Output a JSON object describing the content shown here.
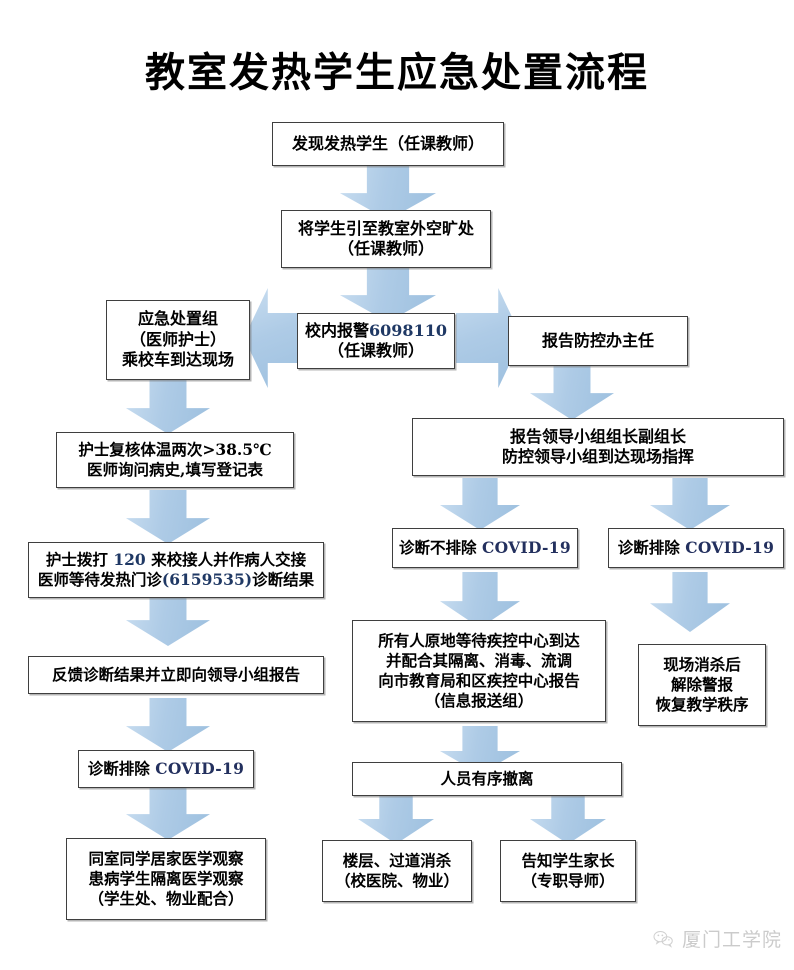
{
  "title": "教室发热学生应急处置流程",
  "colors": {
    "arrow_fill": "#aecbe6",
    "arrow_border": "#6f9ac6",
    "box_border": "#3f3f3f",
    "text": "#000000",
    "number_accent": "#1f3864",
    "covid_accent": "#23305e",
    "background": "#ffffff"
  },
  "nodes": {
    "discover": {
      "l1": "发现发热学生（任课教师）"
    },
    "lead_outside": {
      "l1": "将学生引至教室外空旷处",
      "l2": "（任课教师）"
    },
    "campus_alarm": {
      "l1a": "校内报警",
      "l1b": "6098110",
      "l2": "（任课教师）"
    },
    "emergency_team": {
      "l1": "应急处置组",
      "l2": "（医师护士）",
      "l3": "乘校车到达现场"
    },
    "report_office": {
      "l1": "报告防控办主任"
    },
    "recheck_temp": {
      "l1a": "护士复核体温两次>38.5",
      "l1b": "℃",
      "l2": "医师询问病史,填写登记表"
    },
    "call_120": {
      "l1a": "护士拨打 ",
      "l1b": "120",
      "l1c": " 来校接人并作病人交接",
      "l2a": "医师等待发热门诊",
      "l2b": "(6159535)",
      "l2c": "诊断结果"
    },
    "feedback": {
      "l1": "反馈诊断结果并立即向领导小组报告"
    },
    "excluded_left": {
      "l1a": "诊断排除 ",
      "l1b": "COVID-19"
    },
    "home_observe": {
      "l1": "同室同学居家医学观察",
      "l2": "患病学生隔离医学观察",
      "l3": "（学生处、物业配合）"
    },
    "report_leaders": {
      "l1": "报告领导小组组长副组长",
      "l2": "防控领导小组到达现场指挥"
    },
    "not_excluded": {
      "l1a": "诊断不排除 ",
      "l1b": "COVID-19"
    },
    "excluded_right": {
      "l1a": "诊断排除 ",
      "l1b": "COVID-19"
    },
    "wait_cdc": {
      "l1": "所有人原地等待疾控中心到达",
      "l2": "并配合其隔离、消毒、流调",
      "l3": "向市教育局和区疾控中心报告",
      "l4": "（信息报送组）"
    },
    "disinfect_done": {
      "l1": "现场消杀后",
      "l2": "解除警报",
      "l3": "恢复教学秩序"
    },
    "orderly_exit": {
      "l1": "人员有序撤离"
    },
    "floor_disinfect": {
      "l1": "楼层、过道消杀",
      "l2": "（校医院、物业）"
    },
    "notify_parents": {
      "l1": "告知学生家长",
      "l2": "（专职导师）"
    }
  },
  "watermark": {
    "label": "厦门工学院",
    "icon": "wechat-icon"
  },
  "flow": {
    "type": "flowchart",
    "edges": [
      {
        "from": "discover",
        "to": "lead_outside",
        "dir": "down"
      },
      {
        "from": "lead_outside",
        "to": "campus_alarm",
        "dir": "down"
      },
      {
        "from": "campus_alarm",
        "to": "emergency_team",
        "dir": "left"
      },
      {
        "from": "campus_alarm",
        "to": "report_office",
        "dir": "right"
      },
      {
        "from": "emergency_team",
        "to": "recheck_temp",
        "dir": "down"
      },
      {
        "from": "recheck_temp",
        "to": "call_120",
        "dir": "down"
      },
      {
        "from": "call_120",
        "to": "feedback",
        "dir": "down"
      },
      {
        "from": "feedback",
        "to": "excluded_left",
        "dir": "down"
      },
      {
        "from": "excluded_left",
        "to": "home_observe",
        "dir": "down"
      },
      {
        "from": "report_office",
        "to": "report_leaders",
        "dir": "down"
      },
      {
        "from": "report_leaders",
        "to": "not_excluded",
        "dir": "down"
      },
      {
        "from": "report_leaders",
        "to": "excluded_right",
        "dir": "down"
      },
      {
        "from": "not_excluded",
        "to": "wait_cdc",
        "dir": "down"
      },
      {
        "from": "excluded_right",
        "to": "disinfect_done",
        "dir": "down"
      },
      {
        "from": "wait_cdc",
        "to": "orderly_exit",
        "dir": "down"
      },
      {
        "from": "orderly_exit",
        "to": "floor_disinfect",
        "dir": "down"
      },
      {
        "from": "orderly_exit",
        "to": "notify_parents",
        "dir": "down"
      }
    ]
  }
}
